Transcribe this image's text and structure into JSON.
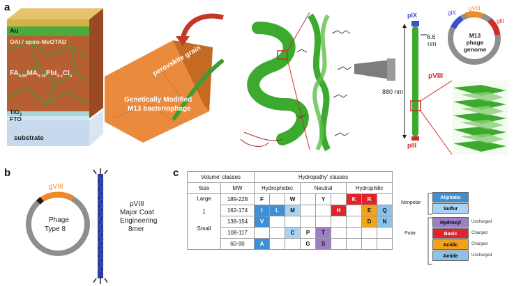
{
  "panel_a": {
    "label": "a",
    "layers": {
      "au": "Au",
      "oai": "OAI / spiro-MeOTAD",
      "perovskite_formula": "FA0.85MA0.15PbI3-xClx",
      "tio2": "TiO2",
      "fto": "FTO",
      "substrate": "substrate"
    },
    "grain_label": "perovskite grain",
    "phage_label_line1": "Genetically Modified",
    "phage_label_line2": "M13 bacteriophage",
    "piX": "pIX",
    "pIII": "pIII",
    "pVIII": "pVIII",
    "length": "880 nm",
    "width_value": "6.6",
    "width_unit": "nm",
    "genome_title": "M13 phage genome",
    "genome_genes": [
      "gIX",
      "gVIII",
      "gIII"
    ]
  },
  "panel_b": {
    "label": "b",
    "gene": "gVIII",
    "phage_name_line1": "Phage",
    "phage_name_line2": "Type 8",
    "coat_line1": "pVIII",
    "coat_line2": "Major Coat",
    "coat_line3": "Engineering",
    "coat_line4": "8mer"
  },
  "panel_c": {
    "label": "c",
    "volume_header": "Volume' classes",
    "hydropathy_header": "Hydropathy' classes",
    "size_header": "Size",
    "mw_header": "MW",
    "hydrophobic": "Hydrophobic",
    "neutral": "Neutral",
    "hydrophilic": "Hydrophilic",
    "large": "Large",
    "small": "Small",
    "mw_rows": [
      "189-228",
      "162-174",
      "138-154",
      "108-117",
      "60-90"
    ],
    "letters": [
      "F",
      "W",
      "Y",
      "K",
      "R",
      "I",
      "L",
      "M",
      "H",
      "E",
      "Q",
      "V",
      "D",
      "N",
      "C",
      "P",
      "T",
      "A",
      "G",
      "S"
    ],
    "legend": {
      "nonpolar": "Nonpolar",
      "polar": "Polar",
      "items": [
        "Aliphatic",
        "Sulfur",
        "Hydroxyl",
        "Basic",
        "Acidic",
        "Amide"
      ],
      "notes": [
        "Uncharged",
        "Charged",
        "Charged",
        "Uncharged"
      ]
    },
    "colors": {
      "aliphatic": "#3d8fd6",
      "sulfur": "#a9d3f2",
      "hydroxyl": "#9b7fc4",
      "basic": "#e0242b",
      "acidic": "#f2a31c",
      "amide": "#8cc1ea"
    }
  }
}
